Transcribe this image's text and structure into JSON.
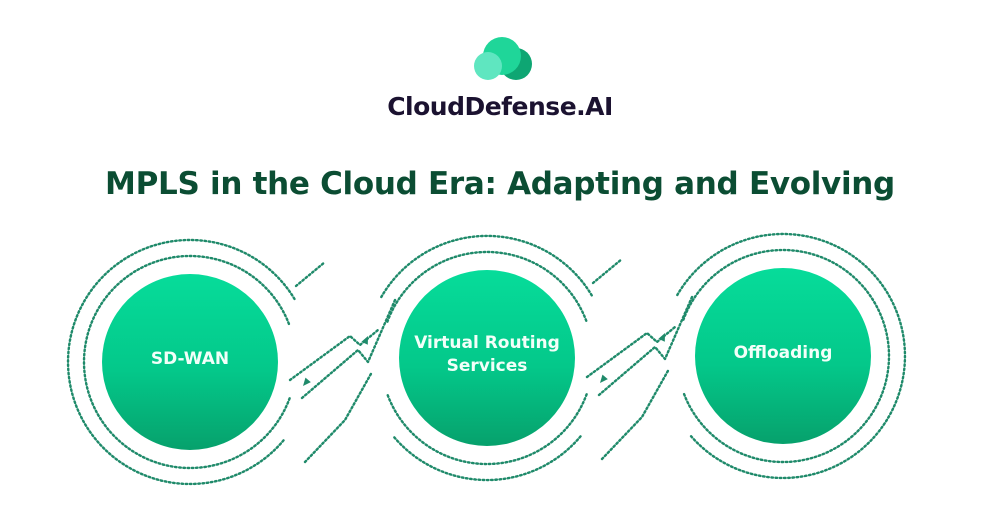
{
  "brand": {
    "name": "CloudDefense.AI",
    "logo_icon": "cloud-logo-icon",
    "colors": {
      "logo_light": "#5fe6c0",
      "logo_mid": "#1fd699",
      "logo_dark": "#0ea673",
      "text": "#1b1230"
    }
  },
  "title": "MPLS in the Cloud Era: Adapting and Evolving",
  "colors": {
    "title": "#0b4d33",
    "circle_top": "#06dc9a",
    "circle_bottom": "#06a16c",
    "dotted_line": "#1f8a6a",
    "label": "#f2fff9"
  },
  "nodes": [
    {
      "label_lines": [
        "SD-WAN"
      ]
    },
    {
      "label_lines": [
        "Virtual Routing",
        "Services"
      ]
    },
    {
      "label_lines": [
        "Offloading"
      ]
    }
  ],
  "connectors": [
    {
      "from": "SD-WAN",
      "to": "Virtual Routing Services",
      "icon": "arrow-icon"
    },
    {
      "from": "Virtual Routing Services",
      "to": "Offloading",
      "icon": "arrow-icon"
    }
  ]
}
